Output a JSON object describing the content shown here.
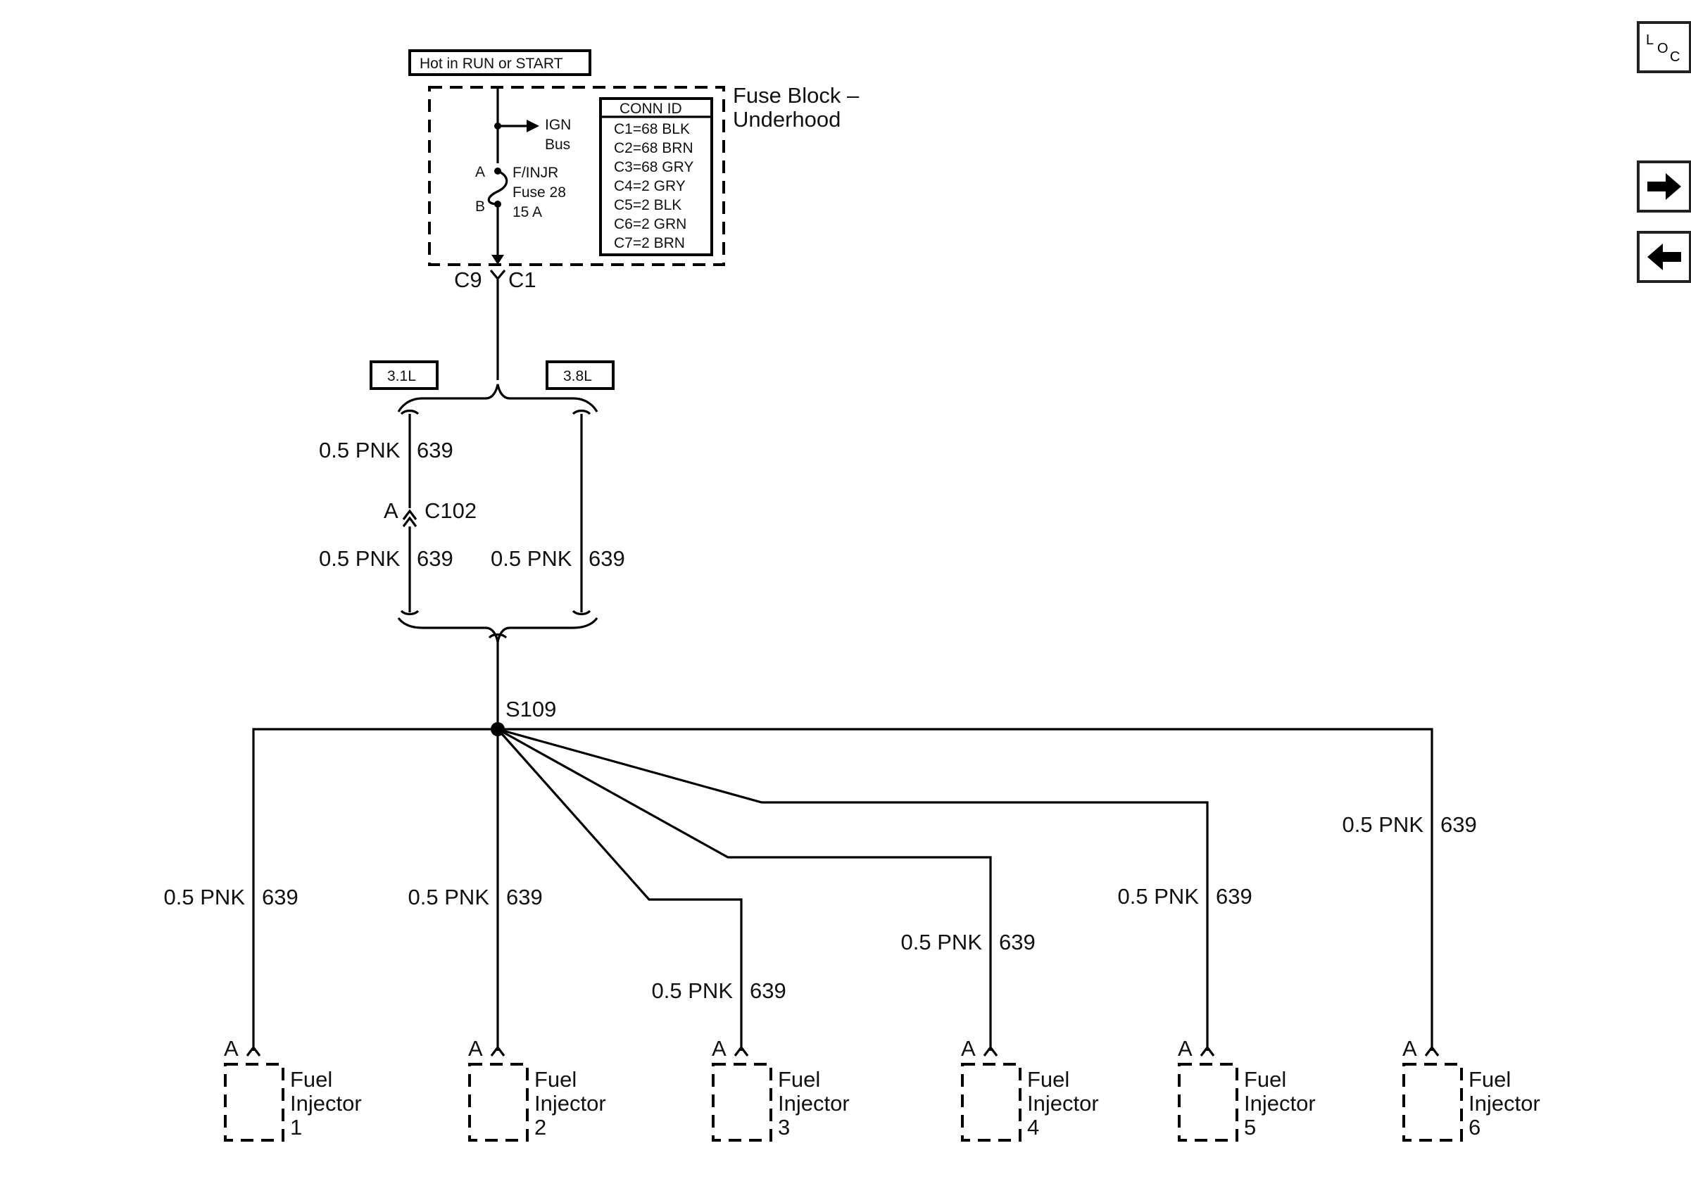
{
  "nav": {
    "loc_label": "LOC",
    "next_icon": "arrow-right-icon",
    "prev_icon": "arrow-left-icon"
  },
  "power": {
    "label": "Hot in RUN or START"
  },
  "fuse_block": {
    "name_line1": "Fuse Block –",
    "name_line2": "Underhood",
    "bus_line1": "IGN",
    "bus_line2": "Bus",
    "fuse_line1": "F/INJR",
    "fuse_line2": "Fuse 28",
    "fuse_line3": "15 A",
    "terminal_a": "A",
    "terminal_b": "B",
    "conn_id_title": "CONN ID",
    "conn_ids": [
      "C1=68 BLK",
      "C2=68 BRN",
      "C3=68 GRY",
      "C4=2 GRY",
      "C5=2 BLK",
      "C6=2 GRN",
      "C7=2 BRN"
    ],
    "out_left": "C9",
    "out_right": "C1"
  },
  "engine_options": {
    "left": "3.1L",
    "right": "3.8L"
  },
  "c102": {
    "pin": "A",
    "name": "C102"
  },
  "splice": {
    "name": "S109"
  },
  "wire": {
    "size_color": "0.5 PNK",
    "circuit": "639"
  },
  "injectors": [
    {
      "pin": "A",
      "line1": "Fuel",
      "line2": "Injector",
      "number": "1"
    },
    {
      "pin": "A",
      "line1": "Fuel",
      "line2": "Injector",
      "number": "2"
    },
    {
      "pin": "A",
      "line1": "Fuel",
      "line2": "Injector",
      "number": "3"
    },
    {
      "pin": "A",
      "line1": "Fuel",
      "line2": "Injector",
      "number": "4"
    },
    {
      "pin": "A",
      "line1": "Fuel",
      "line2": "Injector",
      "number": "5"
    },
    {
      "pin": "A",
      "line1": "Fuel",
      "line2": "Injector",
      "number": "6"
    }
  ]
}
